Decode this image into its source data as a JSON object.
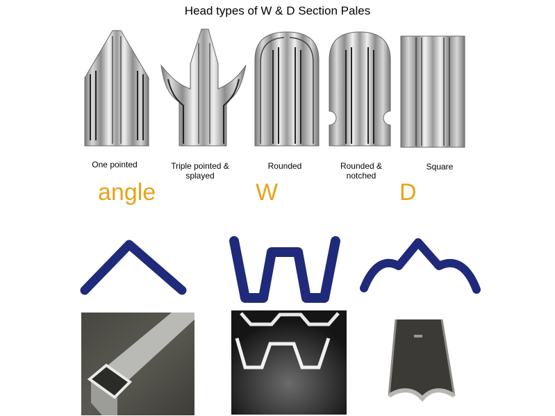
{
  "title": "Head types of  W & D Section Pales",
  "heads": [
    {
      "label": "One pointed",
      "icon": "one-pointed-pale-icon"
    },
    {
      "label": "Triple pointed &\nsplayed",
      "icon": "triple-pointed-pale-icon"
    },
    {
      "label": "Rounded",
      "icon": "rounded-pale-icon"
    },
    {
      "label": "Rounded &\nnotched",
      "icon": "rounded-notched-pale-icon"
    },
    {
      "label": "Square",
      "icon": "square-pale-icon"
    }
  ],
  "sections": [
    {
      "label": "angle",
      "shape": "angle-profile-icon",
      "photo": "angle-section-photo"
    },
    {
      "label": "W",
      "shape": "w-profile-icon",
      "photo": "w-section-photo"
    },
    {
      "label": "D",
      "shape": "d-profile-icon",
      "photo": "d-section-photo"
    }
  ],
  "colors": {
    "section_label": "#e8a318",
    "profile": "#1f2a7a"
  }
}
